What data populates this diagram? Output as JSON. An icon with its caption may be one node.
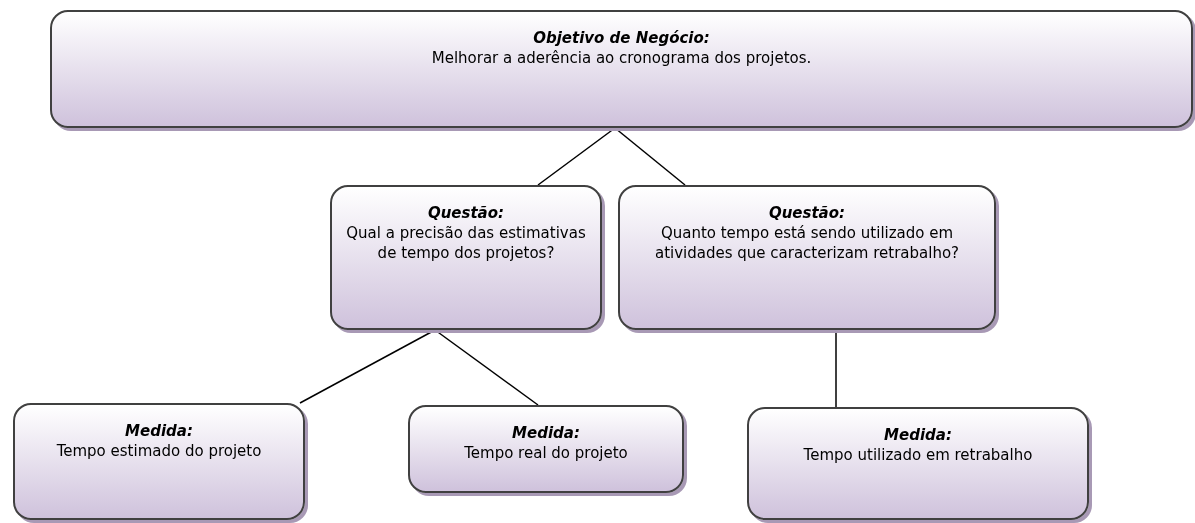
{
  "diagram": {
    "nodes": [
      {
        "text": [
          "Objetivo de Negócio:",
          "Melhorar a aderência ao cronograma dos projetos."
        ]
      },
      {
        "text": [
          "Questão:",
          "Qual a precisão das estimativas de tempo dos projetos?"
        ]
      },
      {
        "text": [
          "Questão:",
          "Quanto tempo está sendo utilizado em atividades que caracterizam retrabalho?"
        ]
      },
      {
        "text": [
          "Medida:",
          "Tempo estimado do projeto"
        ]
      },
      {
        "text": [
          "Medida:",
          "Tempo real do projeto"
        ]
      },
      {
        "text": [
          "Medida:",
          "Tempo utilizado em retrabalho"
        ]
      }
    ],
    "edges": [
      {
        "from": 0,
        "to": 1,
        "arrow": "none"
      },
      {
        "from": 0,
        "to": 2,
        "arrow": "none"
      },
      {
        "from": 1,
        "to": 3,
        "arrow": "none"
      },
      {
        "from": 1,
        "to": 4,
        "arrow": "none"
      },
      {
        "from": 2,
        "to": 5,
        "arrow": "none"
      }
    ]
  }
}
